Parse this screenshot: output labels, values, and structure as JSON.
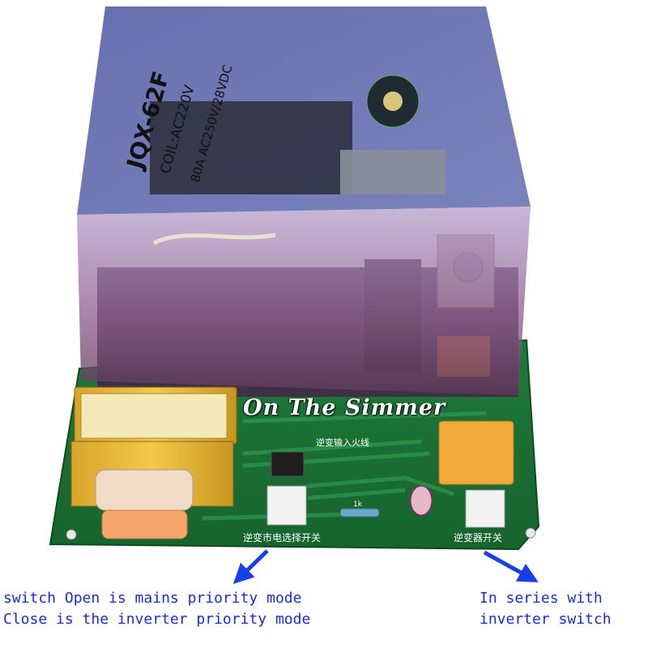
{
  "photo": {
    "relay_model": "JQX-62F",
    "relay_coil": "COIL:AC220V",
    "relay_rating": "80A AC250V/28VDC",
    "watermark": "On The Simmer",
    "board_label_top": "逆变输入火线",
    "board_label_left": "逆变市电选择开关",
    "board_label_right": "逆变器开关",
    "resistor_label": "1k"
  },
  "annotations": {
    "left": {
      "line1": "switch Open is mains priority mode",
      "line2": "Close is the inverter priority mode"
    },
    "right": {
      "line1": "In series with",
      "line2": "inverter switch"
    },
    "arrow_color": "#1a3ee8"
  }
}
